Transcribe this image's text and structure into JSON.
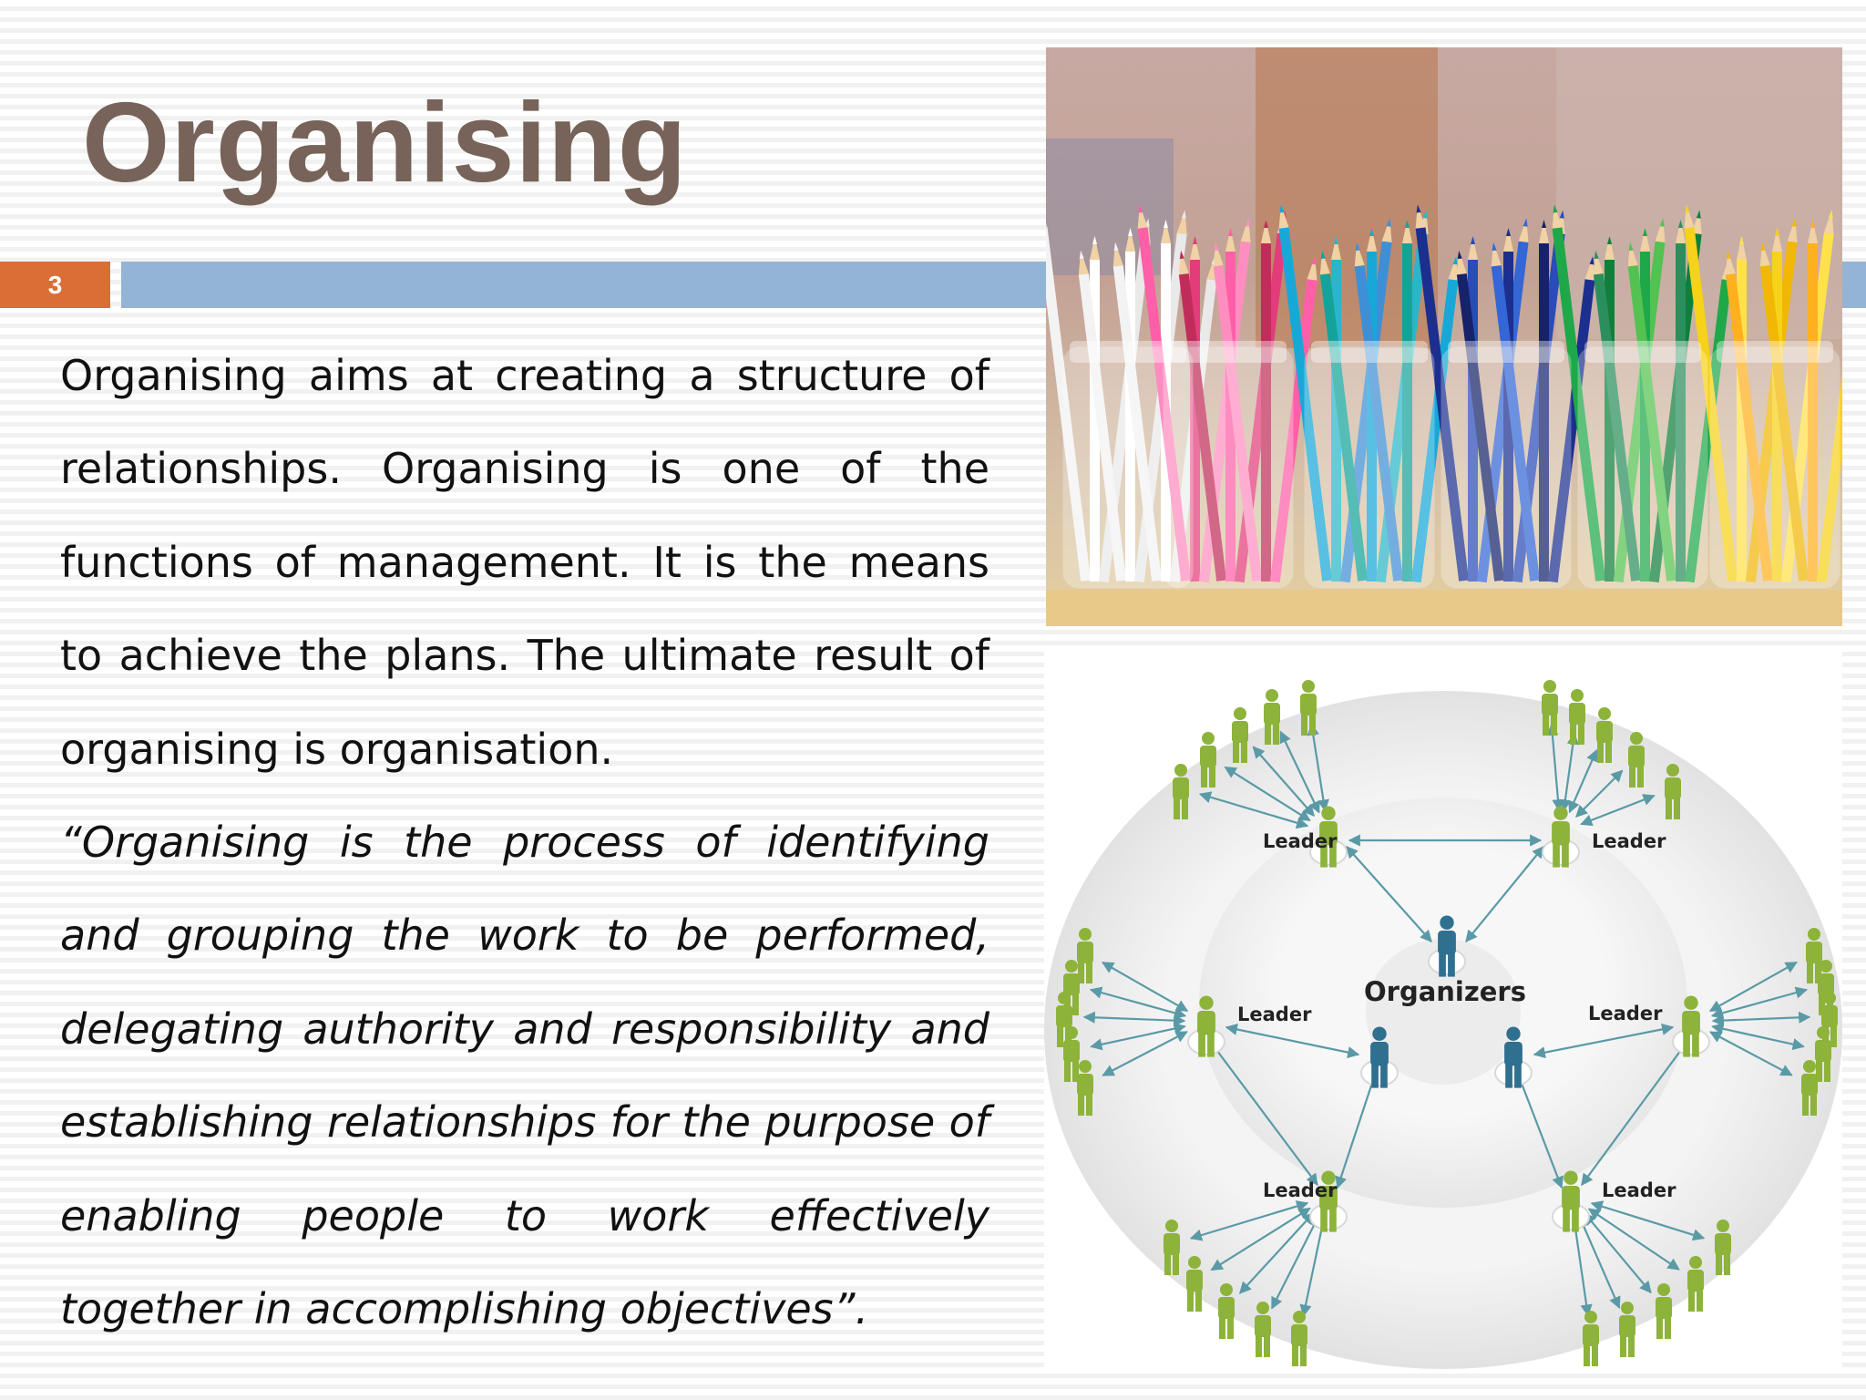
{
  "slide": {
    "title": "Organising",
    "number": "3"
  },
  "content": {
    "paragraph": "Organising aims at creating a structure of relationships. Organising is one of the functions of management. It is the means to achieve the plans. The ultimate result of organising is organisation.",
    "quote": "“Organising is the process of identifying and grouping the work to be performed, delegating authority and responsibility and establishing relationships for the purpose of enabling people to work effectively together in accomplishing objectives”."
  },
  "diagram": {
    "center_label": "Organizers",
    "leader_label": "Leader",
    "colors": {
      "accent_orange": "#d96f37",
      "bar_blue": "#93b4d5",
      "title_brown": "#776359",
      "person_green": "#8db33a",
      "person_blue": "#2f6f8f",
      "arrow_teal": "#5a9aa6"
    }
  },
  "photo": {
    "subject": "colored pencils in glass jars"
  }
}
